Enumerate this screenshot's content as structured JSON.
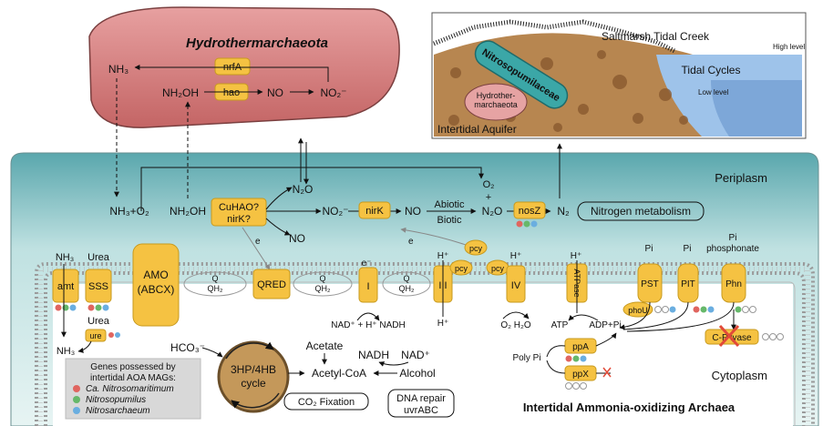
{
  "organism_top": "Hydrothermarchaeota",
  "top_nh3": "NH₃",
  "top_nrfA": "nrfA",
  "top_nh2oh": "NH₂OH",
  "top_hao": "hao",
  "top_no": "NO",
  "top_no2": "NO₂⁻",
  "inset": {
    "title": "Saltmarsh Tidal Creek",
    "high": "High level",
    "low": "Low level",
    "tidal": "Tidal Cycles",
    "nitrosop": "Nitrosopumilaceae",
    "hydro1": "Hydrother-",
    "hydro2": "marchaeota",
    "aquifer": "Intertidal Aquifer"
  },
  "periplasm": "Periplasm",
  "cytoplasm": "Cytoplasm",
  "nitro": {
    "nh3o2": "NH₃+O₂",
    "nh2oh": "NH₂OH",
    "cuhao": "CuHAO?",
    "nirk_q": "nirK?",
    "n2o_top": "N₂O",
    "no_lower": "NO",
    "no2": "NO₂⁻",
    "nirk": "nirK",
    "no": "NO",
    "abiotic": "Abiotic",
    "biotic": "Biotic",
    "o2": "O₂",
    "plus": "+",
    "n2o": "N₂O",
    "nosz": "nosZ",
    "n2": "N₂",
    "box": "Nitrogen metabolism",
    "e1": "e",
    "e2": "e"
  },
  "membrane": {
    "nh3": "NH₃",
    "amt": "amt",
    "urea": "Urea",
    "sss": "SSS",
    "urea2": "Urea",
    "ure": "ure",
    "nh3_bottom": "NH₃",
    "amo1": "AMO",
    "amo2": "(ABCX)",
    "q": "Q",
    "qh2": "QH₂",
    "qred": "QRED",
    "c1": "I",
    "c3": "III",
    "c4": "IV",
    "eminus": "e⁻",
    "hplus": "H⁺",
    "pcy": "pcy",
    "nadh": "NAD⁺ + H⁺ NADH",
    "o2h2o": "O₂  H₂O",
    "atpase": "ATPase",
    "atp": "ATP",
    "adp": "ADP+Pi",
    "pi": "Pi",
    "phosphonate": "phosphonate",
    "pst": "PST",
    "pit": "PIT",
    "phn": "Phn",
    "phou": "phoU",
    "cplyase": "C-P lyase"
  },
  "carbon": {
    "hco3": "HCO₃⁻",
    "cycle1": "3HP/4HB",
    "cycle2": "cycle",
    "acetate": "Acetate",
    "acetylcoa": "Acetyl-CoA",
    "nadh": "NADH",
    "nadplus": "NAD⁺",
    "alcohol": "Alcohol",
    "co2": "CO₂ Fixation",
    "dna1": "DNA repair",
    "dna2": "uvrABC"
  },
  "phosphate": {
    "polypi": "Poly Pi",
    "ppa": "ppA",
    "ppx": "ppX"
  },
  "legend": {
    "title1": "Genes possessed by",
    "title2": "intertidal AOA MAGs:",
    "items": [
      {
        "label": "Ca. Nitrosomaritimum",
        "color": "#e0655f"
      },
      {
        "label": "Nitrosopumilus",
        "color": "#66b86a"
      },
      {
        "label": "Nitrosarchaeum",
        "color": "#6aaee0"
      }
    ]
  },
  "footer": "Intertidal Ammonia-oxidizing Archaea",
  "colors": {
    "gold": "#f5c242",
    "gold_stroke": "#c79a1e",
    "rock_red": "#c96e6e",
    "periplasm": "#c8e6e6",
    "cycle": "#c4985a"
  }
}
